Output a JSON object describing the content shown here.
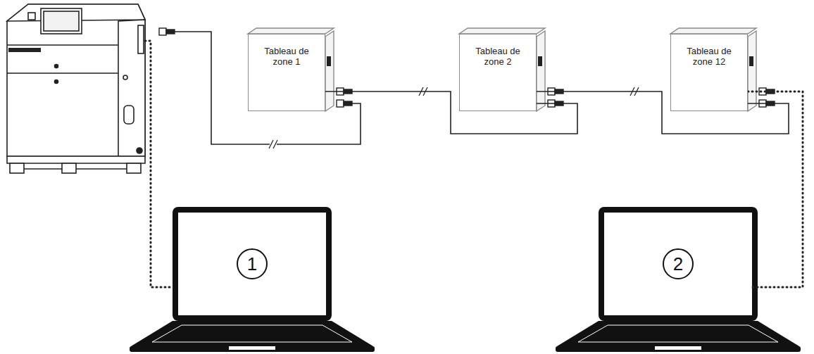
{
  "diagram": {
    "nodes": [
      {
        "text": [
          "Tableau de zone 1"
        ]
      },
      {
        "text": [
          "Tableau de zone 2"
        ]
      },
      {
        "text": [
          "Tableau de zone 12"
        ]
      },
      {
        "text": [
          "1"
        ]
      },
      {
        "text": [
          "2"
        ]
      }
    ],
    "edges": [
      {
        "from": 0,
        "to": 1,
        "arrow": "none"
      },
      {
        "from": 1,
        "to": 2,
        "arrow": "none"
      },
      {
        "from": 2,
        "to": 4,
        "arrow": "none"
      }
    ]
  }
}
